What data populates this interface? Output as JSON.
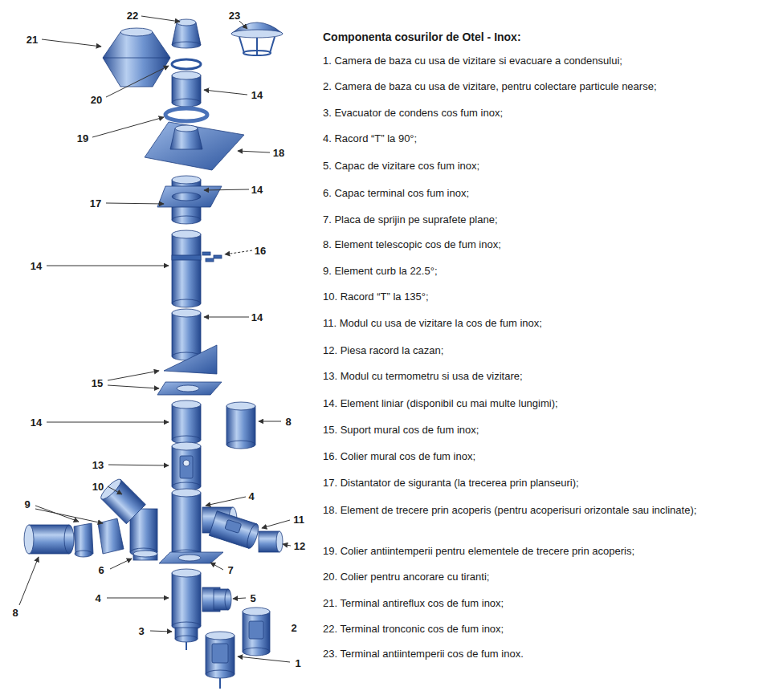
{
  "diagram": {
    "title": "Componenta cosurilor de Otel - Inox:",
    "labels": [
      "22",
      "23",
      "21",
      "20",
      "14",
      "19",
      "18",
      "14",
      "17",
      "16",
      "14",
      "14",
      "15",
      "14",
      "8",
      "13",
      "10",
      "4",
      "9",
      "11",
      "12",
      "8",
      "6",
      "7",
      "4",
      "5",
      "2",
      "3",
      "1",
      "1. Camera de baza cu usa de vizitare si evacuare a condensului;",
      "2. Camera de baza cu usa de vizitare, pentru colectare particule nearse;",
      "3. Evacuator de condens cos fum inox;",
      "4. Racord “T” la 90°;",
      "5. Capac de vizitare cos fum inox;",
      "6. Capac terminal cos fum inox;",
      "7. Placa de sprijin pe suprafete plane;",
      "8. Element telescopic cos de fum inox;",
      "9. Element curb la 22.5°;",
      "10. Racord “T” la 135°;",
      "11. Modul cu usa de vizitare la cos de fum inox;",
      "12. Piesa racord la cazan;",
      "13. Modul cu termometru si usa de vizitare;",
      "14. Element liniar (disponibil cu mai multe lungimi);",
      "15. Suport mural cos de fum inox;",
      "16. Colier mural cos de fum inox;",
      "17. Distantator de siguranta (la trecerea prin planseuri);",
      "18. Element de trecere prin acoperis (pentru acoperisuri orizontale sau inclinate);",
      "19. Colier antiintemperii pentru elementele de trecere prin acoperis;",
      "20. Colier pentru ancorare cu tiranti;",
      "21. Terminal antireflux cos de fum inox;",
      "22. Terminal tronconic cos de fum inox;",
      "23. Terminal antiintemperii cos de fum inox."
    ]
  }
}
